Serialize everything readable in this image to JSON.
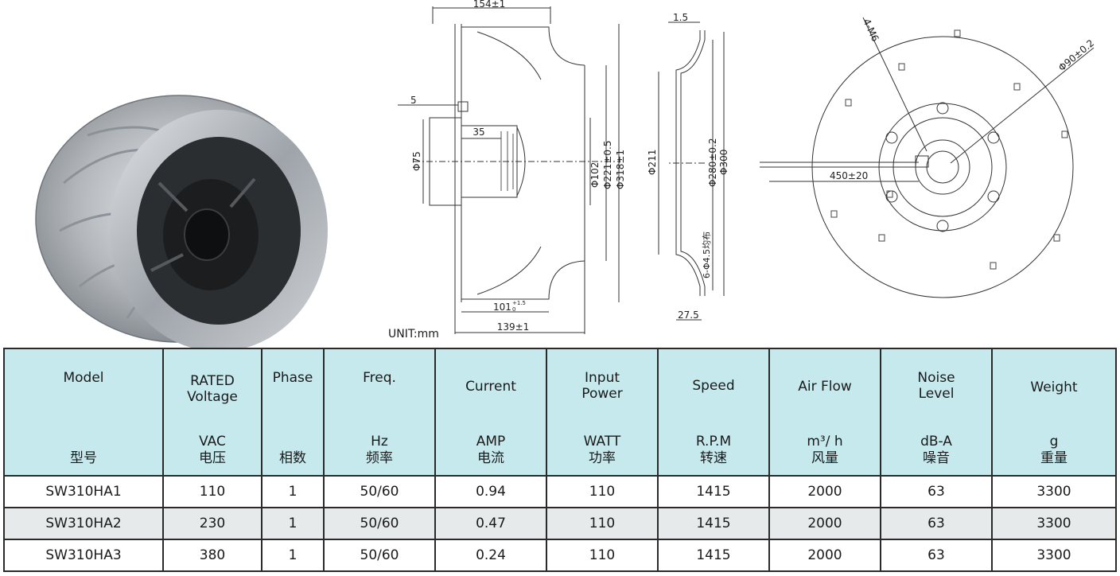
{
  "drawings": {
    "side_view": {
      "dim_overall_width": "154±1",
      "dim_offset": "5",
      "dim_motor_depth": "35",
      "dim_motor_dia": "Φ75",
      "dim_hub_dia": "Φ102",
      "dim_inlet_dia": "Φ221±0.5",
      "dim_outer_dia": "Φ318±1",
      "dim_blade_height": "101",
      "dim_blade_height_tol_upper": "+1.5",
      "dim_blade_height_tol_lower": "0",
      "dim_depth": "139±1"
    },
    "profile_view": {
      "dim_thickness": "1.5",
      "dim_inner_dia": "Φ211",
      "dim_bolt_circle": "Φ280±0.2",
      "dim_flange_dia": "Φ300",
      "dim_holes": "6-Φ4.5均布",
      "dim_flange_depth": "27.5"
    },
    "front_view": {
      "dim_threads": "4-M6",
      "dim_thread_circle": "Φ90±0.2",
      "dim_cable_length": "450±20"
    },
    "unit_label": "UNIT:mm"
  },
  "table": {
    "headers": [
      {
        "en": "Model",
        "en2": "",
        "unit": "",
        "cn": "型号"
      },
      {
        "en": "RATED",
        "en2": "Voltage",
        "unit": "VAC",
        "cn": "电压"
      },
      {
        "en": "Phase",
        "en2": "",
        "unit": "",
        "cn": "相数"
      },
      {
        "en": "Freq.",
        "en2": "",
        "unit": "Hz",
        "cn": "频率"
      },
      {
        "en": "Current",
        "en2": "",
        "unit": "AMP",
        "cn": "电流"
      },
      {
        "en": "Input",
        "en2": "Power",
        "unit": "WATT",
        "cn": "功率"
      },
      {
        "en": "Speed",
        "en2": "",
        "unit": "R.P.M",
        "cn": "转速"
      },
      {
        "en": "Air Flow",
        "en2": "",
        "unit": "m³/ h",
        "cn": "风量"
      },
      {
        "en": "Noise",
        "en2": "Level",
        "unit": "dB-A",
        "cn": "噪音"
      },
      {
        "en": "Weight",
        "en2": "",
        "unit": "g",
        "cn": "重量"
      }
    ],
    "rows": [
      [
        "SW310HA1",
        "110",
        "1",
        "50/60",
        "0.94",
        "110",
        "1415",
        "2000",
        "63",
        "3300"
      ],
      [
        "SW310HA2",
        "230",
        "1",
        "50/60",
        "0.47",
        "110",
        "1415",
        "2000",
        "63",
        "3300"
      ],
      [
        "SW310HA3",
        "380",
        "1",
        "50/60",
        "0.24",
        "110",
        "1415",
        "2000",
        "63",
        "3300"
      ]
    ]
  },
  "colors": {
    "header_bg": "#c6e9ee",
    "alt_row_bg": "#e7eaea",
    "metal": "#b9bcc0"
  }
}
